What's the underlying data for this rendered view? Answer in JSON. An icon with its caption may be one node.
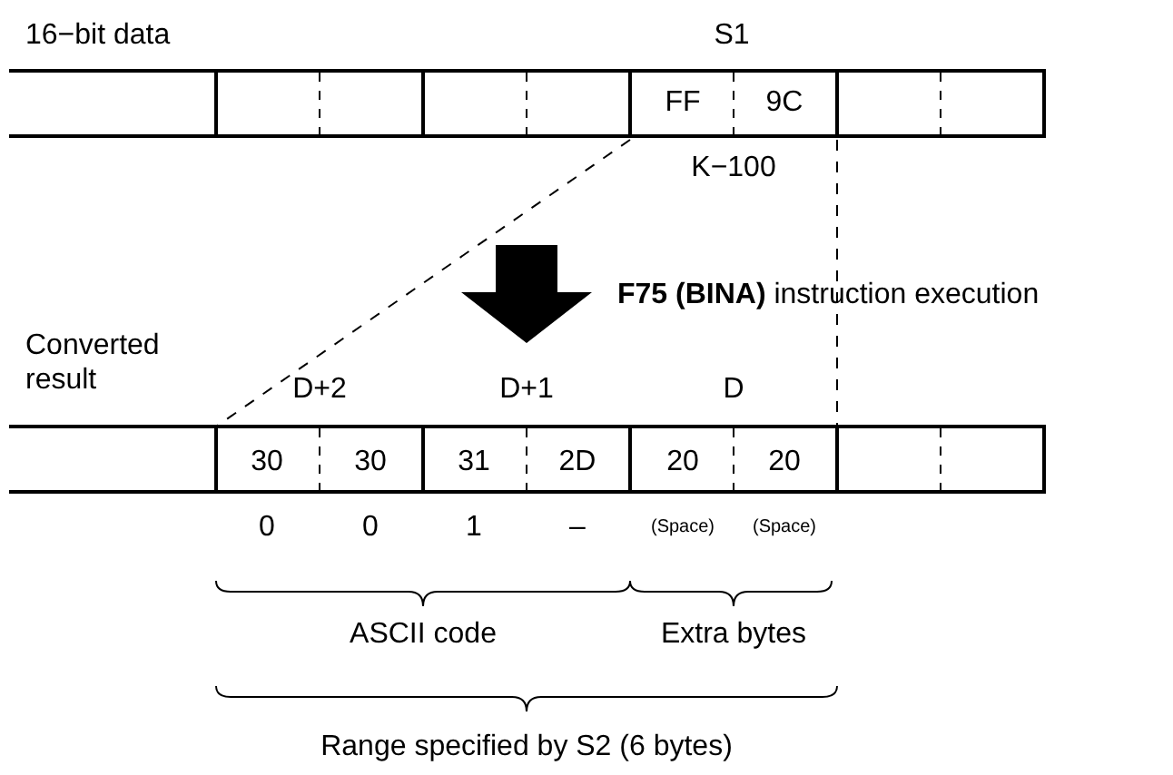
{
  "diagram": {
    "labels": [
      "16−bit data",
      "S1",
      "FF",
      "9C",
      "K−100",
      "**F75 (BINA)** instruction execution",
      "Converted result",
      "D+2",
      "D+1",
      "D",
      "30",
      "30",
      "31",
      "2D",
      "20",
      "20",
      "0",
      "0",
      "1",
      "–",
      "(Space)",
      "(Space)",
      "ASCII code",
      "Extra bytes",
      "Range specified by S2 (6 bytes)"
    ]
  }
}
